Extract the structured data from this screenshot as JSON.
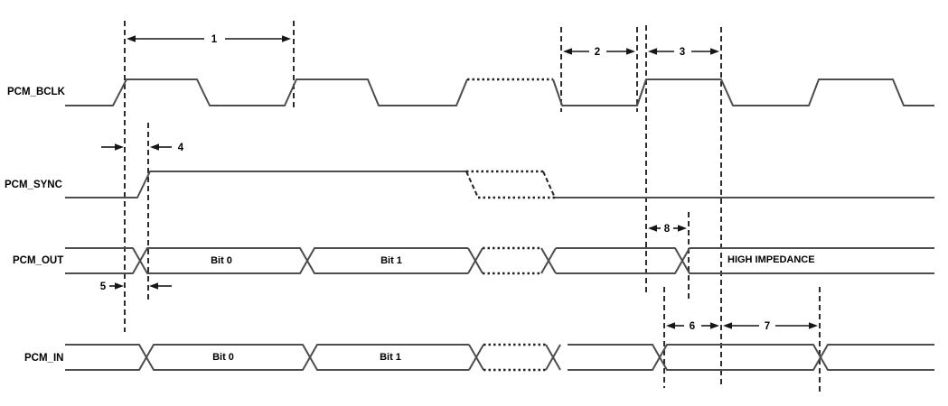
{
  "diagram": {
    "type": "timing-diagram",
    "signals": {
      "bclk": {
        "label": "PCM_BCLK"
      },
      "sync": {
        "label": "PCM_SYNC"
      },
      "out": {
        "label": "PCM_OUT",
        "bit0": "Bit 0",
        "bit1": "Bit 1",
        "high_impedance": "HIGH IMPEDANCE"
      },
      "pcm_in": {
        "label": "PCM_IN",
        "bit0": "Bit 0",
        "bit1": "Bit 1"
      }
    },
    "timing_marks": {
      "t1": "1",
      "t2": "2",
      "t3": "3",
      "t4": "4",
      "t5": "5",
      "t6": "6",
      "t7": "7",
      "t8": "8"
    },
    "colors": {
      "signal_line": "#4d4d4f",
      "marker_line": "#161616",
      "text": "#000000",
      "background": "#ffffff"
    }
  }
}
